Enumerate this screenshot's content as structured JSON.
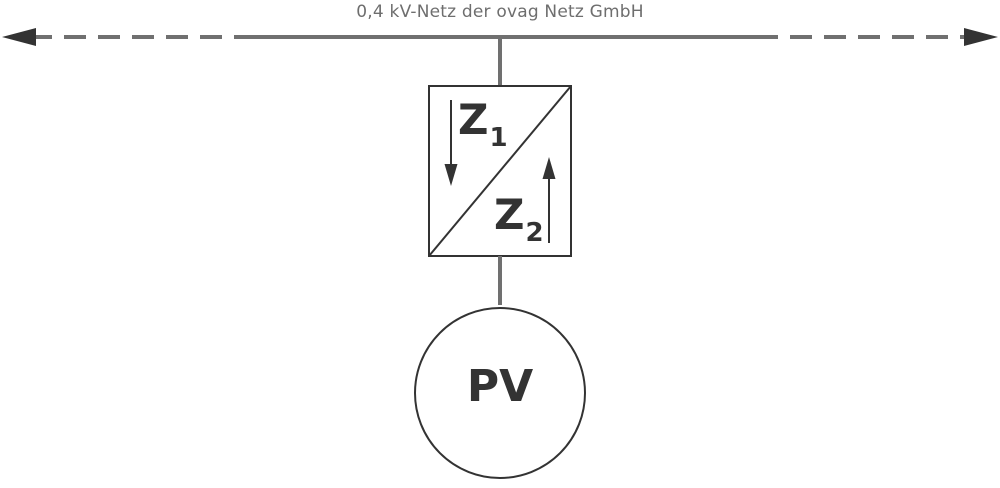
{
  "grid": {
    "label": "0,4 kV-Netz der ovag Netz GmbH"
  },
  "converter": {
    "z1": {
      "letter": "Z",
      "index": "1"
    },
    "z2": {
      "letter": "Z",
      "index": "2"
    }
  },
  "source": {
    "label": "PV"
  },
  "colors": {
    "line": "#707070",
    "stroke": "#333333",
    "text": "#333333",
    "label": "#6e6e6e"
  }
}
